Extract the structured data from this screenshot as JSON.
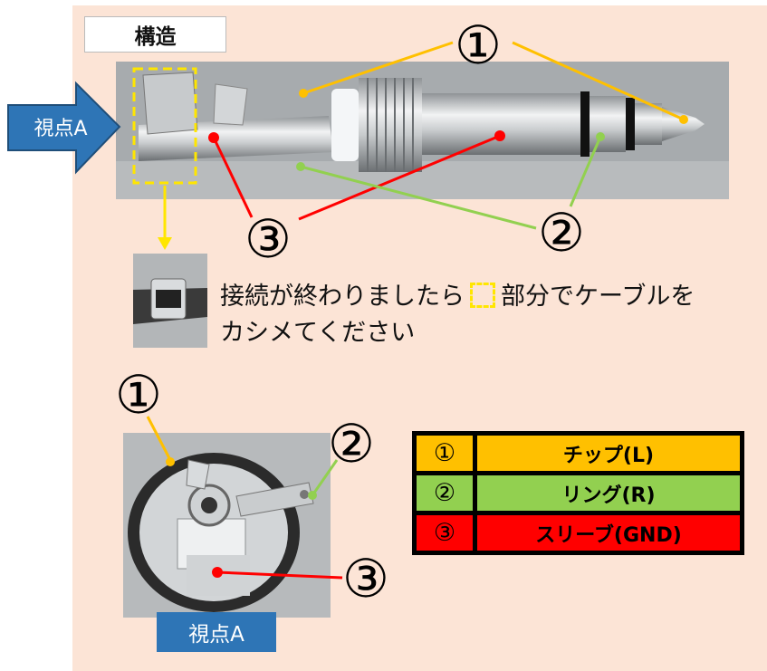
{
  "header": {
    "title": "構造"
  },
  "viewpoint_label": "視点A",
  "caption": {
    "line1_before": "接続が終わりましたら",
    "line1_after": "部分でケーブルを",
    "line2": "カシメてください"
  },
  "callouts": {
    "c1": "①",
    "c2": "②",
    "c3": "③"
  },
  "legend": [
    {
      "num": "①",
      "name": "チップ(L)",
      "color": "#ffc000"
    },
    {
      "num": "②",
      "name": "リング(R)",
      "color": "#92d050"
    },
    {
      "num": "③",
      "name": "スリーブ(GND)",
      "color": "#ff0000"
    }
  ],
  "colors": {
    "tip": "#ffc000",
    "ring": "#92d050",
    "sleeve": "#ff0000",
    "accent_blue": "#2e75b6",
    "highlight": "#ffe600"
  }
}
